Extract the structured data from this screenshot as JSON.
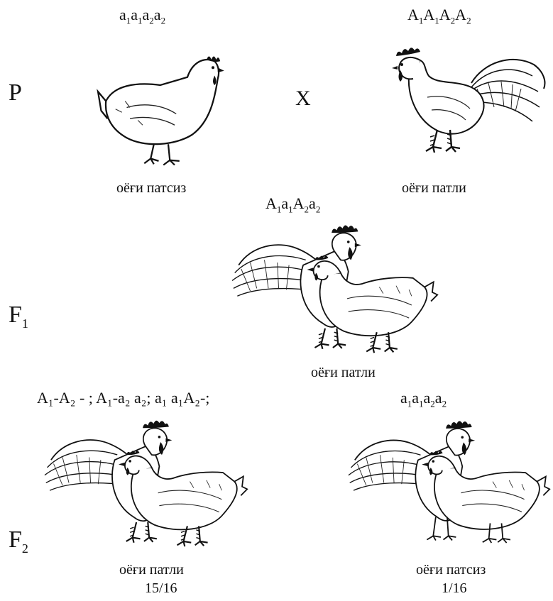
{
  "generations": {
    "p": {
      "letter": "P",
      "sub": ""
    },
    "f1": {
      "letter": "F",
      "sub": "1"
    },
    "f2": {
      "letter": "F",
      "sub": "2"
    }
  },
  "cross_symbol": "X",
  "parents": {
    "left": {
      "genotype": [
        [
          "a",
          "1"
        ],
        [
          "a",
          "1"
        ],
        [
          "a",
          "2"
        ],
        [
          "a",
          "2"
        ]
      ],
      "phenotype": "оёғи патсиз"
    },
    "right": {
      "genotype": [
        [
          "A",
          "1"
        ],
        [
          "A",
          "1"
        ],
        [
          "A",
          "2"
        ],
        [
          "A",
          "2"
        ]
      ],
      "phenotype": "оёғи патли"
    }
  },
  "f1": {
    "genotype": [
      [
        "A",
        "1"
      ],
      [
        "a",
        "1"
      ],
      [
        "A",
        "2"
      ],
      [
        "a",
        "2"
      ]
    ],
    "phenotype": "оёғи патли"
  },
  "f2": {
    "left": {
      "genotype_text": "A₁-A₂ - ; A₁-a₂ a₂;  a₁ a₁A₂-;",
      "phenotype": "оёғи патли",
      "ratio": "15/16"
    },
    "right": {
      "genotype": [
        [
          "a",
          "1"
        ],
        [
          "a",
          "1"
        ],
        [
          "a",
          "2"
        ],
        [
          "a",
          "2"
        ]
      ],
      "phenotype": "оёғи патсиз",
      "ratio": "1/16"
    }
  }
}
